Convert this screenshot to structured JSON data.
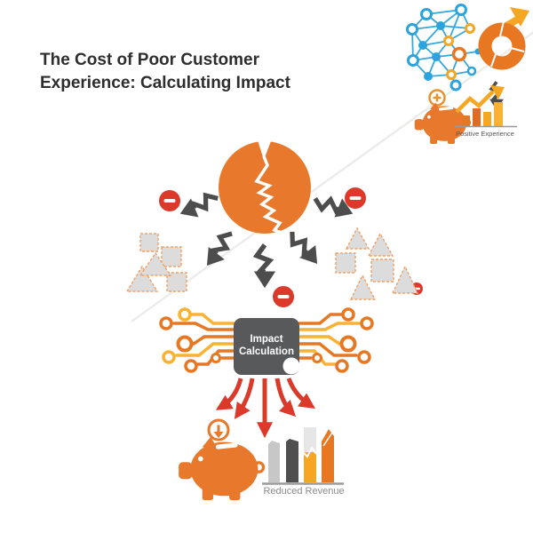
{
  "title": {
    "line1": "The Cost of Poor Customer",
    "line2": "Experience: Calculating Impact",
    "color": "#2D2D2D"
  },
  "positive_flow": {
    "label": "Positive Experience",
    "icons": [
      "network-graph-icon",
      "donut-chart-icon",
      "growth-arrow-icon",
      "zigzag-transition-arrow-icon",
      "piggy-bank-plus-icon",
      "plus-coin-icon",
      "rising-bar-chart-icon"
    ],
    "rising_bar_heights": [
      12,
      20,
      16,
      27
    ]
  },
  "negative_flow": {
    "center_icon": "broken-customer-circle-icon",
    "zigzag_arrow_count": 5,
    "minus_badges": [
      {
        "position": "left",
        "size": "large"
      },
      {
        "position": "right",
        "size": "large"
      },
      {
        "position": "bottom-center",
        "size": "large"
      },
      {
        "position": "right-cluster",
        "size": "small"
      }
    ],
    "left_cluster": {
      "squares": 3,
      "triangles": 2
    },
    "right_cluster": {
      "squares": 2,
      "triangles": 4
    }
  },
  "chip": {
    "line1": "Impact",
    "line2": "Calculation"
  },
  "outcome": {
    "label": "Reduced Revenue",
    "red_arrow_count": 5,
    "icons": [
      "piggy-bank-down-icon",
      "down-coin-icon",
      "declining-bar-chart-icon"
    ],
    "declining_bar_heights": [
      46,
      48,
      62,
      60
    ]
  },
  "colors": {
    "orange": "#E8792C",
    "orange_deep": "#E06C1F",
    "amber": "#F5A623",
    "yellow": "#F9B233",
    "red": "#DB3A2B",
    "dark_gray": "#4D4D4D",
    "chip_gray": "#58595B",
    "blue": "#2BA3DC",
    "shape_fill": "#DCDCDC",
    "dashed_border": "#F0A064",
    "label_gray": "#8C8C8C"
  }
}
